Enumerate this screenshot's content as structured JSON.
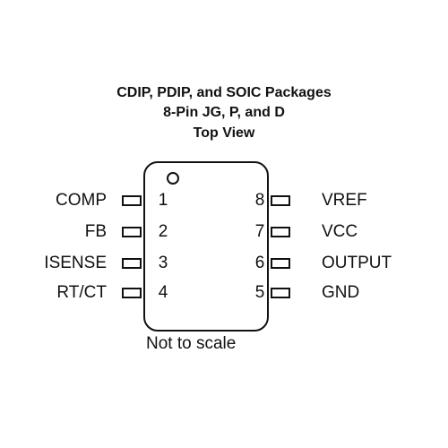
{
  "header": {
    "line1": "CDIP, PDIP, and SOIC Packages",
    "line2": "8-Pin JG, P, and D",
    "line3": "Top View"
  },
  "left_pins": [
    {
      "number": "1",
      "label": "COMP"
    },
    {
      "number": "2",
      "label": "FB"
    },
    {
      "number": "3",
      "label": "ISENSE"
    },
    {
      "number": "4",
      "label": "RT/CT"
    }
  ],
  "right_pins": [
    {
      "number": "8",
      "label": "VREF"
    },
    {
      "number": "7",
      "label": "VCC"
    },
    {
      "number": "6",
      "label": "OUTPUT"
    },
    {
      "number": "5",
      "label": "GND"
    }
  ],
  "footer": {
    "note": "Not to scale"
  }
}
